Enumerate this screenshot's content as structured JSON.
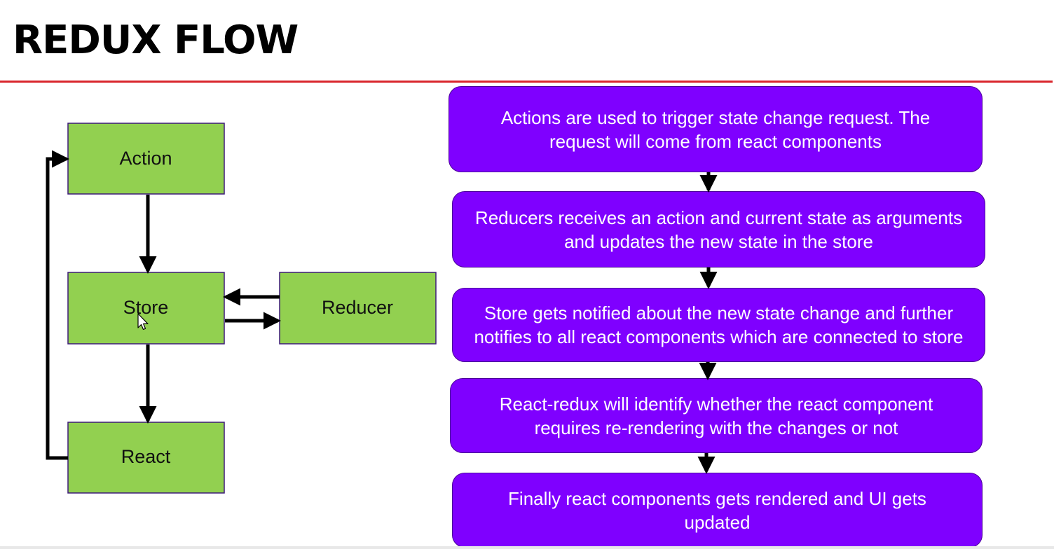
{
  "title": "REDUX FLOW",
  "colors": {
    "divider": "#d9262c",
    "flow_box": "#92d050",
    "step_box": "#7f00ff",
    "arrow": "#000000"
  },
  "diagram": {
    "nodes": {
      "action": "Action",
      "store": "Store",
      "reducer": "Reducer",
      "react": "React"
    }
  },
  "steps": [
    "Actions are used to trigger state change request. The request will come from react components",
    "Reducers receives an action and current state as arguments and updates the new state in the store",
    "Store gets notified about the new state change and further notifies to all react components which are connected to store",
    "React-redux will identify whether the react component requires re-rendering with the changes or not",
    "Finally react components gets rendered and UI gets updated"
  ],
  "cursor_icon": "mouse-pointer-icon"
}
